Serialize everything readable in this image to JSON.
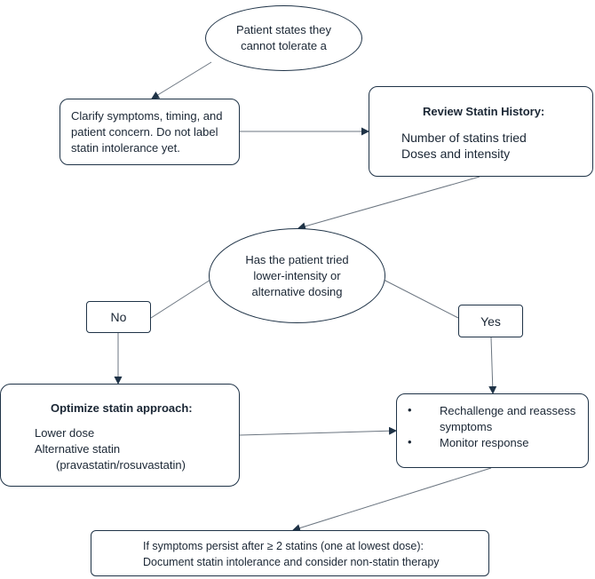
{
  "start": {
    "line1": "Patient states they",
    "line2": "cannot tolerate a"
  },
  "clarify": {
    "line1": "Clarify symptoms, timing, and",
    "line2": "patient concern. Do not label",
    "line3": "statin intolerance yet."
  },
  "review": {
    "title": "Review Statin History:",
    "item1": "Number of statins tried",
    "item2": "Doses and intensity"
  },
  "decision": {
    "line1": "Has the patient tried",
    "line2": "lower-intensity or",
    "line3": "alternative dosing"
  },
  "no_label": "No",
  "yes_label": "Yes",
  "optimize": {
    "title": "Optimize statin approach:",
    "item1": "Lower dose",
    "item2": "Alternative statin",
    "item3": "(pravastatin/rosuvastatin)"
  },
  "rechallenge": {
    "bullet": "•",
    "item1a": "Rechallenge and reassess",
    "item1b": "symptoms",
    "item2": "Monitor response"
  },
  "final": {
    "line1": "If symptoms persist after ≥ 2 statins (one at lowest dose):",
    "line2": "Document statin intolerance and consider non-statin therapy"
  }
}
